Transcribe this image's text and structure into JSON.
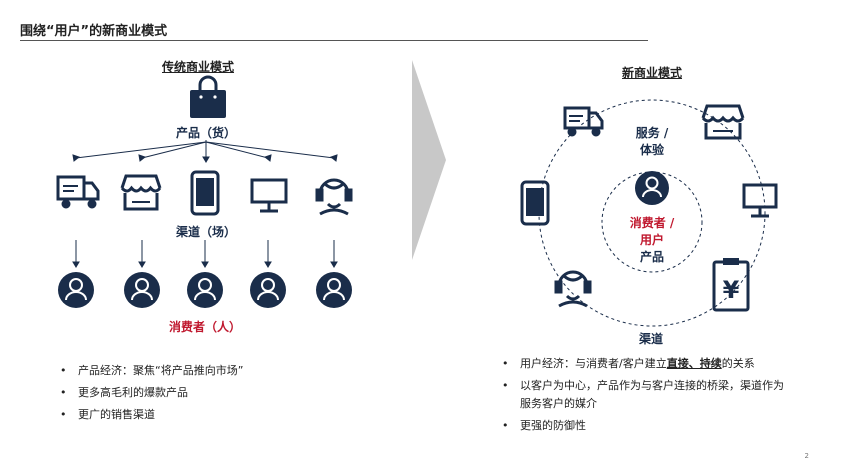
{
  "title": "围绕“用户”的新商业模式",
  "left": {
    "heading": "传统商业模式",
    "product_label": "产品（货）",
    "channel_label": "渠道（场）",
    "consumer_label": "消费者（人）",
    "bullets": [
      "产品经济：聚焦“将产品推向市场”",
      "更多高毛利的爆款产品",
      "更广的销售渠道"
    ]
  },
  "right": {
    "heading": "新商业模式",
    "service_label_1": "服务 /",
    "service_label_2": "体验",
    "center_label_1": "消费者 /",
    "center_label_2": "用户",
    "center_label_3": "产品",
    "channel_label": "渠道",
    "bullet1_pre": "用户经济：与消费者/客户建立",
    "bullet1_bold": "直接、持续",
    "bullet1_post": "的关系",
    "bullet2": "以客户为中心，产品作为与客户连接的桥梁，渠道作为服务客户的媒介",
    "bullet3": "更强的防御性"
  },
  "page_number": "2",
  "colors": {
    "navy": "#1a2d4a",
    "red": "#c0192f",
    "arrow_gray": "#c8c8c8",
    "line": "#555555"
  }
}
